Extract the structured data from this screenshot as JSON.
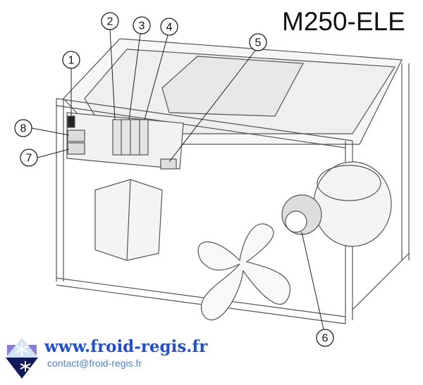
{
  "title": "M250-ELE",
  "callouts": [
    "1",
    "2",
    "3",
    "4",
    "5",
    "6",
    "7",
    "8"
  ],
  "footer": {
    "website": "www.froid-regis.fr",
    "email": "contact@froid-regis.fr"
  },
  "colors": {
    "brand_blue": "#1f4fd8",
    "email_blue": "#4f7fe8",
    "logo_navy": "#101a5c"
  }
}
